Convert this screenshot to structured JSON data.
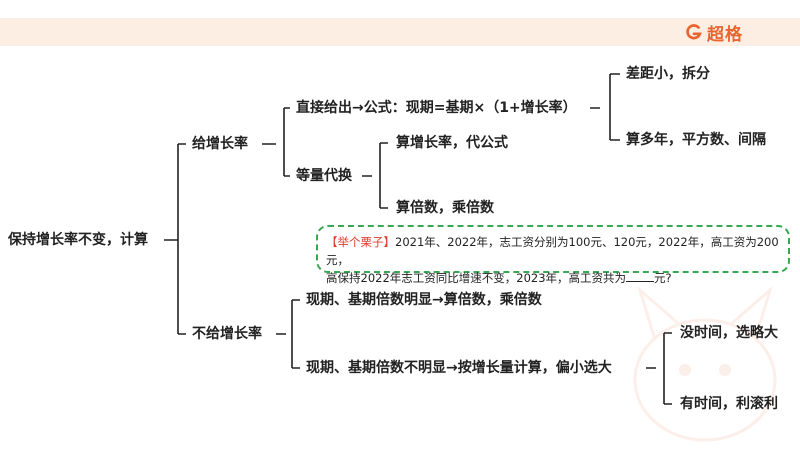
{
  "header": {
    "logo_text": "超格",
    "logo_icon": "g-logo-icon"
  },
  "colors": {
    "accent": "#e9652f",
    "band": "#fdeee4",
    "example_border": "#36a852",
    "example_tag": "#e13b2a",
    "line": "#222222"
  },
  "mindmap": {
    "root": "保持增长率不变，计算",
    "given": {
      "label": "给增长率",
      "direct": {
        "label": "直接给出→公式：现期=基期×（1+增长率）",
        "small_gap": "差距小，拆分",
        "multi_year": "算多年，平方数、间隔"
      },
      "equivalent": {
        "label": "等量代换",
        "calc_growth": "算增长率，代公式",
        "calc_ratio": "算倍数，乘倍数"
      }
    },
    "not_given": {
      "label": "不给增长率",
      "obvious": "现期、基期倍数明显→算倍数，乘倍数",
      "not_obvious": {
        "label": "现期、基期倍数不明显→按增长量计算，偏小选大",
        "no_time": "没时间，选略大",
        "has_time": "有时间，利滚利"
      }
    }
  },
  "example": {
    "tag": "【举个栗子】",
    "line1": "2021年、2022年，志工资分别为100元、120元，2022年，高工资为200元，",
    "line2": "高保持2022年志工资同比增速不变，2023年，高工资共为",
    "line2_end": "元?"
  }
}
